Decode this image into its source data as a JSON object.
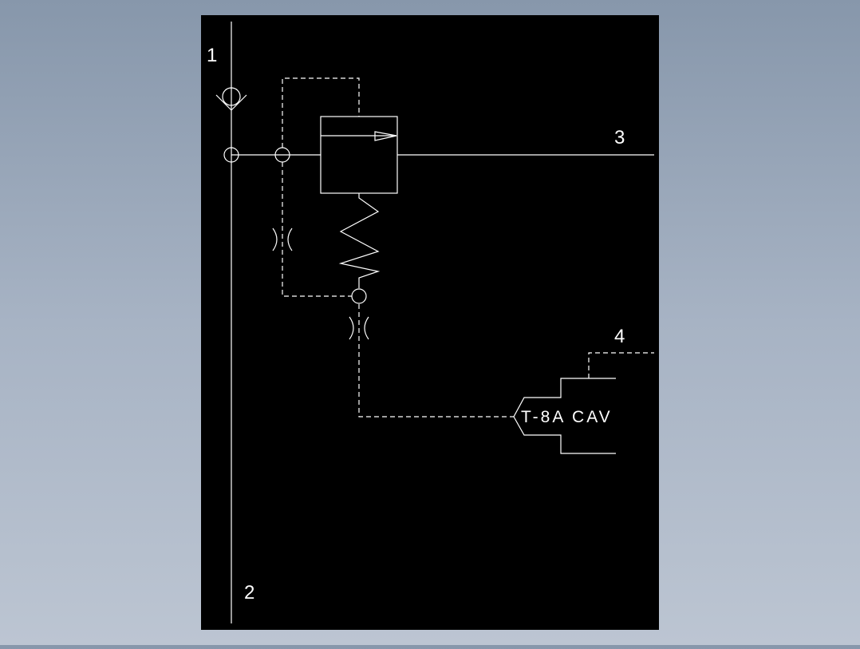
{
  "colors": {
    "background_top": "#8797ab",
    "background_bottom": "#bcc5d2",
    "sheet": "#000000",
    "line": "#ffffff"
  },
  "ports": {
    "port_1": "1",
    "port_2": "2",
    "port_3": "3",
    "port_4": "4"
  },
  "cavity_label": "T-8A CAV"
}
